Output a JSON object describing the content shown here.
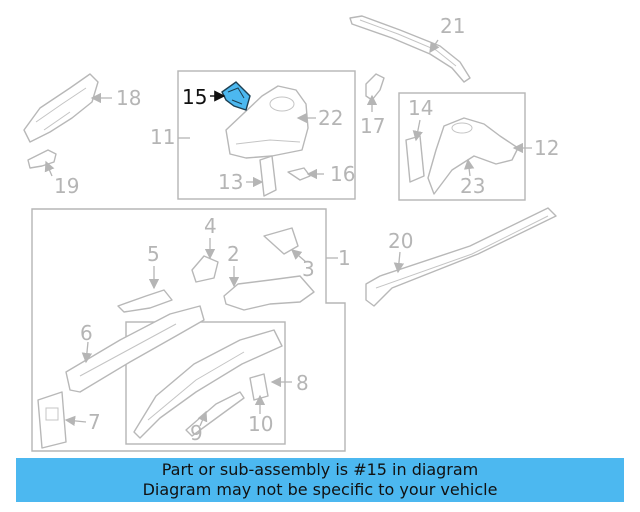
{
  "callouts": {
    "c1": "1",
    "c2": "2",
    "c3": "3",
    "c4": "4",
    "c5": "5",
    "c6": "6",
    "c7": "7",
    "c8": "8",
    "c9": "9",
    "c10": "10",
    "c11": "11",
    "c12": "12",
    "c13": "13",
    "c14": "14",
    "c15": "15",
    "c16": "16",
    "c17": "17",
    "c18": "18",
    "c19": "19",
    "c20": "20",
    "c21": "21",
    "c22": "22",
    "c23": "23"
  },
  "highlight": {
    "part": "15",
    "color": "#4cb8f0"
  },
  "banner": {
    "line1": "Part or sub-assembly is #15 in diagram",
    "line2": "Diagram may not be specific to your vehicle",
    "color": "#4cb8f0"
  }
}
